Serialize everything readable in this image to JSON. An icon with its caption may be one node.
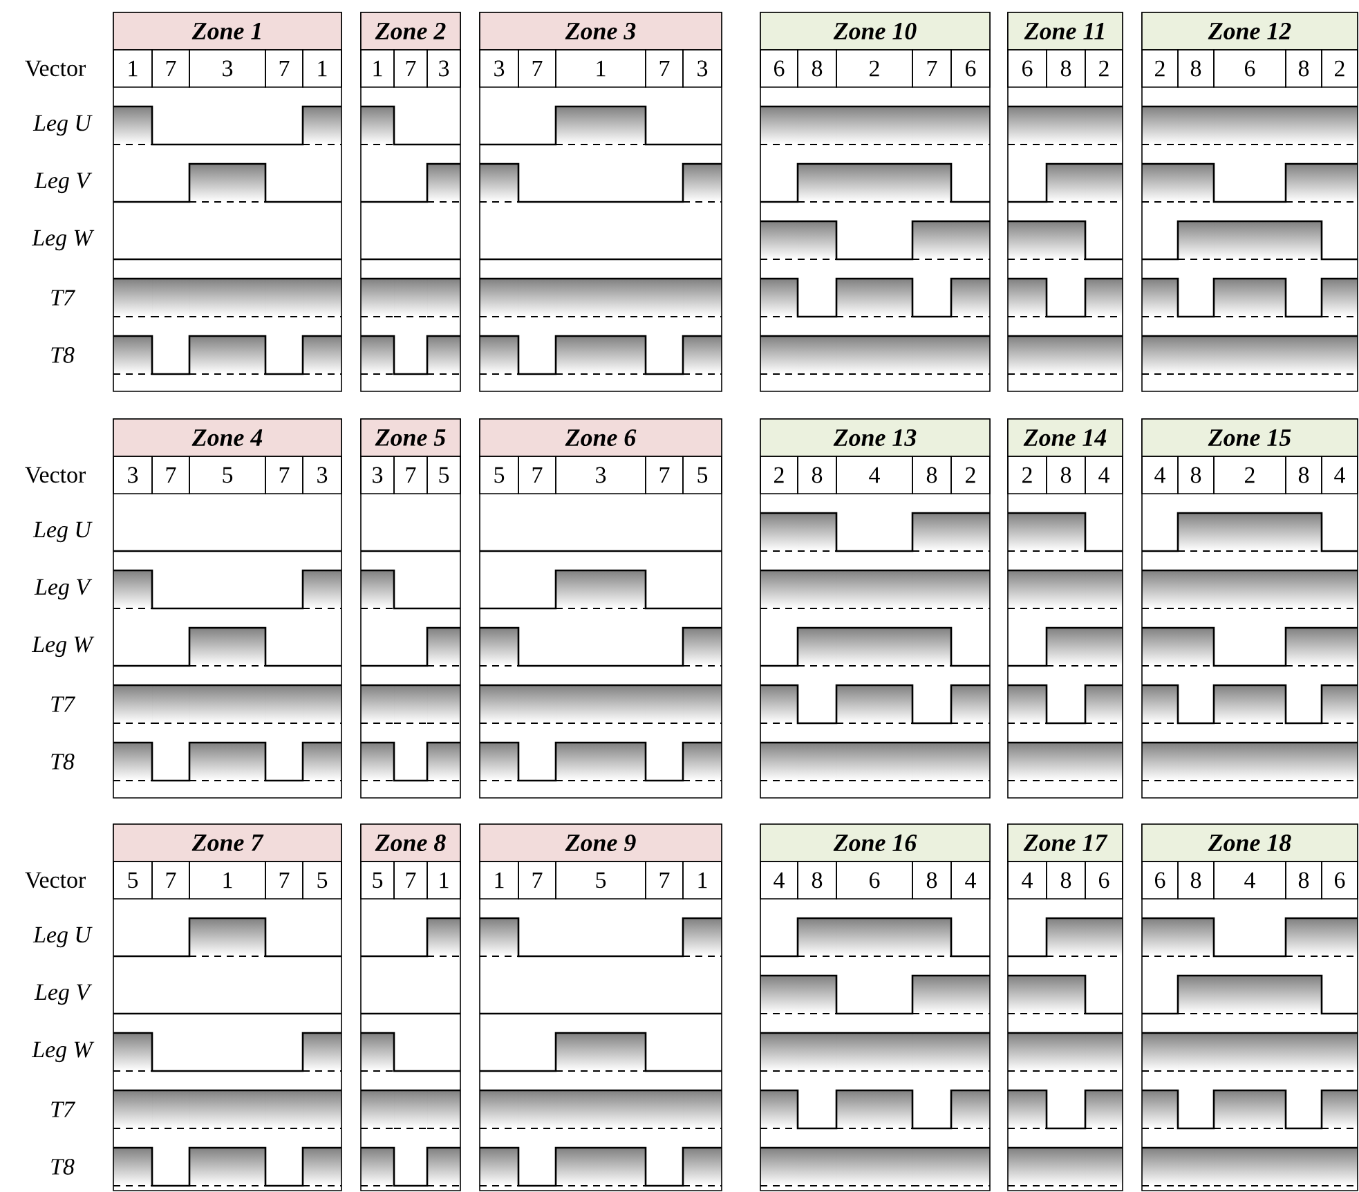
{
  "diagram": {
    "nodes": [
      {
        "text": [
          "Zone 1"
        ]
      },
      {
        "text": [
          "1"
        ],
        "in": 0
      },
      {
        "text": [
          "7"
        ],
        "in": 0
      },
      {
        "text": [
          "3"
        ],
        "in": 0
      },
      {
        "text": [
          "7"
        ],
        "in": 0
      },
      {
        "text": [
          "1"
        ],
        "in": 0
      },
      {
        "text": [
          "Zone 2"
        ]
      },
      {
        "text": [
          "1"
        ],
        "in": 6
      },
      {
        "text": [
          "7"
        ],
        "in": 6
      },
      {
        "text": [
          "3"
        ],
        "in": 6
      },
      {
        "text": [
          "Zone 3"
        ]
      },
      {
        "text": [
          "3"
        ],
        "in": 10
      },
      {
        "text": [
          "7"
        ],
        "in": 10
      },
      {
        "text": [
          "1"
        ],
        "in": 10
      },
      {
        "text": [
          "7"
        ],
        "in": 10
      },
      {
        "text": [
          "3"
        ],
        "in": 10
      },
      {
        "text": [
          "Zone 10"
        ]
      },
      {
        "text": [
          "6"
        ],
        "in": 16
      },
      {
        "text": [
          "8"
        ],
        "in": 16
      },
      {
        "text": [
          "2"
        ],
        "in": 16
      },
      {
        "text": [
          "7"
        ],
        "in": 16
      },
      {
        "text": [
          "6"
        ],
        "in": 16
      },
      {
        "text": [
          "Zone 11"
        ]
      },
      {
        "text": [
          "6"
        ],
        "in": 22
      },
      {
        "text": [
          "8"
        ],
        "in": 22
      },
      {
        "text": [
          "2"
        ],
        "in": 22
      },
      {
        "text": [
          "Zone 12"
        ]
      },
      {
        "text": [
          "2"
        ],
        "in": 26
      },
      {
        "text": [
          "8"
        ],
        "in": 26
      },
      {
        "text": [
          "6"
        ],
        "in": 26
      },
      {
        "text": [
          "8"
        ],
        "in": 26
      },
      {
        "text": [
          "2"
        ],
        "in": 26
      },
      {
        "text": [
          "Zone 4"
        ]
      },
      {
        "text": [
          "3"
        ],
        "in": 32
      },
      {
        "text": [
          "7"
        ],
        "in": 32
      },
      {
        "text": [
          "5"
        ],
        "in": 32
      },
      {
        "text": [
          "7"
        ],
        "in": 32
      },
      {
        "text": [
          "3"
        ],
        "in": 32
      },
      {
        "text": [
          "Zone 5"
        ]
      },
      {
        "text": [
          "3"
        ],
        "in": 38
      },
      {
        "text": [
          "7"
        ],
        "in": 38
      },
      {
        "text": [
          "5"
        ],
        "in": 38
      },
      {
        "text": [
          "Zone 6"
        ]
      },
      {
        "text": [
          "5"
        ],
        "in": 42
      },
      {
        "text": [
          "7"
        ],
        "in": 42
      },
      {
        "text": [
          "3"
        ],
        "in": 42
      },
      {
        "text": [
          "7"
        ],
        "in": 42
      },
      {
        "text": [
          "5"
        ],
        "in": 42
      },
      {
        "text": [
          "Zone 13"
        ]
      },
      {
        "text": [
          "2"
        ],
        "in": 48
      },
      {
        "text": [
          "8"
        ],
        "in": 48
      },
      {
        "text": [
          "4"
        ],
        "in": 48
      },
      {
        "text": [
          "8"
        ],
        "in": 48
      },
      {
        "text": [
          "2"
        ],
        "in": 48
      },
      {
        "text": [
          "Zone 14"
        ]
      },
      {
        "text": [
          "2"
        ],
        "in": 54
      },
      {
        "text": [
          "8"
        ],
        "in": 54
      },
      {
        "text": [
          "4"
        ],
        "in": 54
      },
      {
        "text": [
          "Zone 15"
        ]
      },
      {
        "text": [
          "4"
        ],
        "in": 58
      },
      {
        "text": [
          "8"
        ],
        "in": 58
      },
      {
        "text": [
          "2"
        ],
        "in": 58
      },
      {
        "text": [
          "8"
        ],
        "in": 58
      },
      {
        "text": [
          "4"
        ],
        "in": 58
      },
      {
        "text": [
          "Zone 7"
        ]
      },
      {
        "text": [
          "5"
        ],
        "in": 64
      },
      {
        "text": [
          "7"
        ],
        "in": 64
      },
      {
        "text": [
          "1"
        ],
        "in": 64
      },
      {
        "text": [
          "7"
        ],
        "in": 64
      },
      {
        "text": [
          "5"
        ],
        "in": 64
      },
      {
        "text": [
          "Zone 8"
        ]
      },
      {
        "text": [
          "5"
        ],
        "in": 70
      },
      {
        "text": [
          "7"
        ],
        "in": 70
      },
      {
        "text": [
          "1"
        ],
        "in": 70
      },
      {
        "text": [
          "Zone 9"
        ]
      },
      {
        "text": [
          "1"
        ],
        "in": 74
      },
      {
        "text": [
          "7"
        ],
        "in": 74
      },
      {
        "text": [
          "5"
        ],
        "in": 74
      },
      {
        "text": [
          "7"
        ],
        "in": 74
      },
      {
        "text": [
          "1"
        ],
        "in": 74
      },
      {
        "text": [
          "Zone 16"
        ]
      },
      {
        "text": [
          "4"
        ],
        "in": 80
      },
      {
        "text": [
          "8"
        ],
        "in": 80
      },
      {
        "text": [
          "6"
        ],
        "in": 80
      },
      {
        "text": [
          "8"
        ],
        "in": 80
      },
      {
        "text": [
          "4"
        ],
        "in": 80
      },
      {
        "text": [
          "Zone 17"
        ]
      },
      {
        "text": [
          "4"
        ],
        "in": 86
      },
      {
        "text": [
          "8"
        ],
        "in": 86
      },
      {
        "text": [
          "6"
        ],
        "in": 86
      },
      {
        "text": [
          "Zone 18"
        ]
      },
      {
        "text": [
          "6"
        ],
        "in": 90
      },
      {
        "text": [
          "8"
        ],
        "in": 90
      },
      {
        "text": [
          "4"
        ],
        "in": 90
      },
      {
        "text": [
          "8"
        ],
        "in": 90
      },
      {
        "text": [
          "6"
        ],
        "in": 90
      }
    ],
    "labels": [
      "Vector",
      "Leg U",
      "Leg V",
      "Leg W",
      "T7",
      "T8",
      "Vector",
      "Leg U",
      "Leg V",
      "Leg W",
      "T7",
      "T8",
      "Vector",
      "Leg U",
      "Leg V",
      "Leg W",
      "T7",
      "T8"
    ]
  }
}
